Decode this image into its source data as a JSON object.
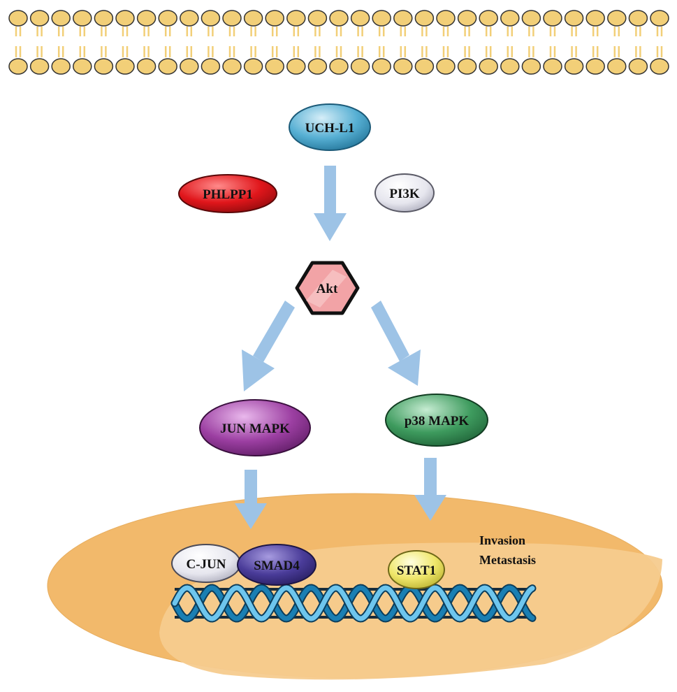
{
  "nodes": {
    "uchl1": {
      "label": "UCH-L1"
    },
    "phlpp1": {
      "label": "PHLPP1"
    },
    "pi3k": {
      "label": "PI3K"
    },
    "akt": {
      "label": "Akt"
    },
    "jun_mapk": {
      "label": "JUN MAPK"
    },
    "p38_mapk": {
      "label": "p38 MAPK"
    },
    "c_jun": {
      "label": "C-JUN"
    },
    "smad4": {
      "label": "SMAD4"
    },
    "stat1": {
      "label": "STAT1"
    }
  },
  "outcome": {
    "line1": "Invasion",
    "line2": "Metastasis"
  },
  "colors": {
    "membrane_head": "#F2CF78",
    "membrane_outline": "#333333",
    "arrow": "#9DC3E6",
    "nucleus": "#F2B96B",
    "nucleus_inner": "#F6CB8E",
    "dna_light": "#6EC6EE",
    "dna_dark": "#1A7FB3",
    "uchl1": "#56AFD3",
    "phlpp1": "#E0161B",
    "pi3k": "#E6E6EE",
    "akt": "#F2A3A6",
    "jun_mapk": "#9C3FA2",
    "p38_mapk": "#3E9B5E",
    "c_jun": "#E6E6EE",
    "smad4": "#4A3C99",
    "stat1": "#EFE66A"
  }
}
